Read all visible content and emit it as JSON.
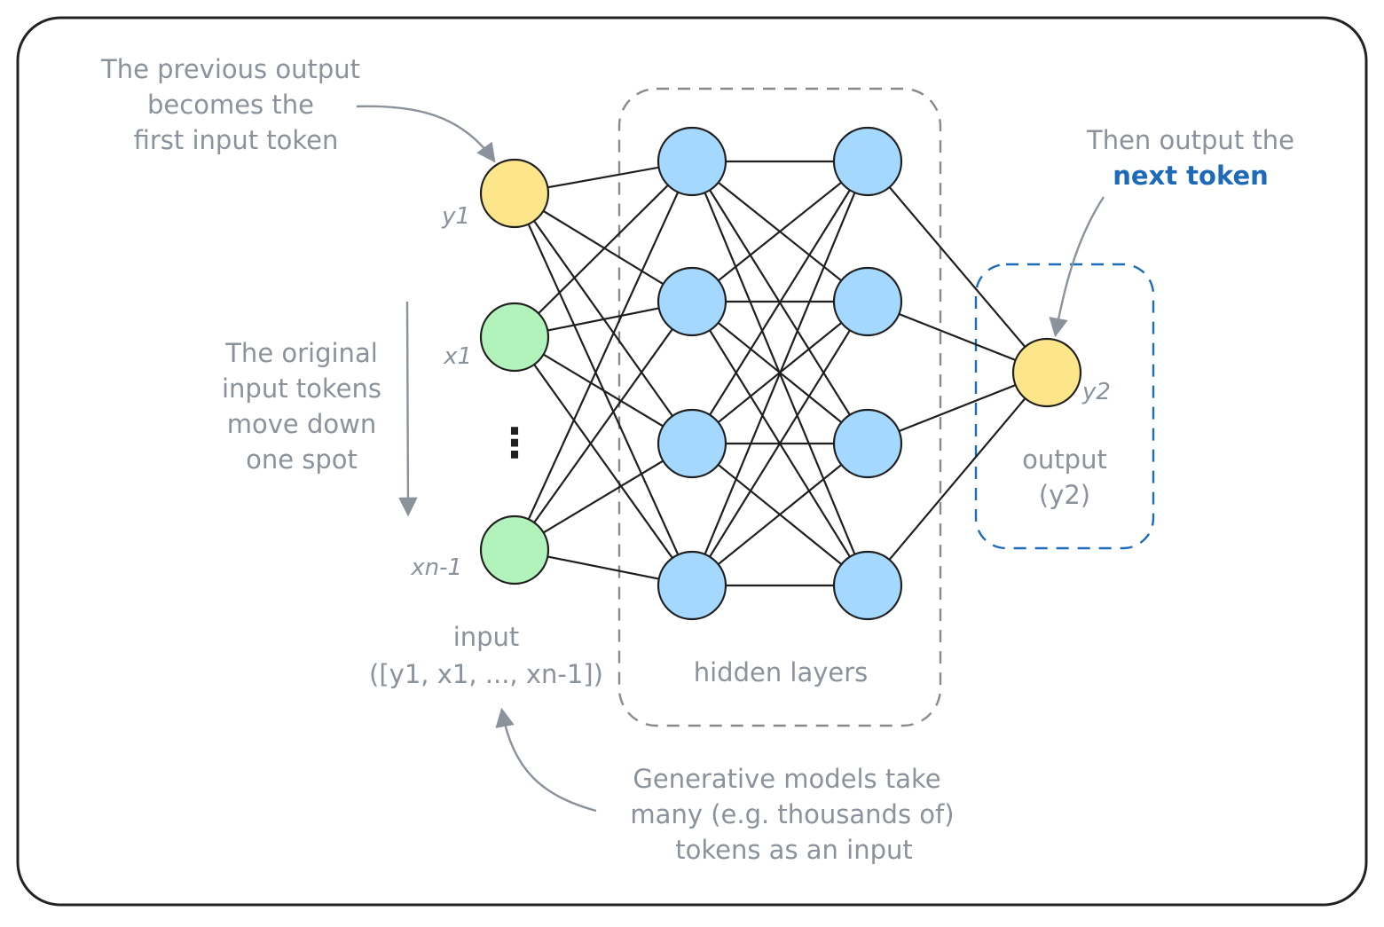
{
  "annotations": {
    "previous_output": [
      "The previous output",
      "becomes the",
      "first input token"
    ],
    "original_inputs": [
      "The original",
      "input tokens",
      "move down",
      "one spot"
    ],
    "next_token_prefix": "Then output the",
    "next_token_highlight": "next token",
    "generative": [
      "Generative models take",
      "many (e.g. thousands of)",
      "tokens as an input"
    ]
  },
  "labels": {
    "input_title": "input",
    "input_list": "([y1, x1, ..., xn-1])",
    "hidden_layers": "hidden layers",
    "output_title": "output",
    "output_value": "(y2)"
  },
  "nodes": {
    "input": [
      {
        "label": "y1",
        "type": "previous-output"
      },
      {
        "label": "x1",
        "type": "input"
      },
      {
        "label": "xn-1",
        "type": "input"
      }
    ],
    "ellipsis": "⋮",
    "hidden_layer_sizes": [
      4,
      4
    ],
    "output": {
      "label": "y2"
    }
  },
  "colors": {
    "previous_output_fill": "#fde68a",
    "input_fill": "#b2f2bb",
    "hidden_fill": "#a5d8ff",
    "output_fill": "#fde68a",
    "accent": "#1c6ab8",
    "annotation": "#8a929b"
  }
}
